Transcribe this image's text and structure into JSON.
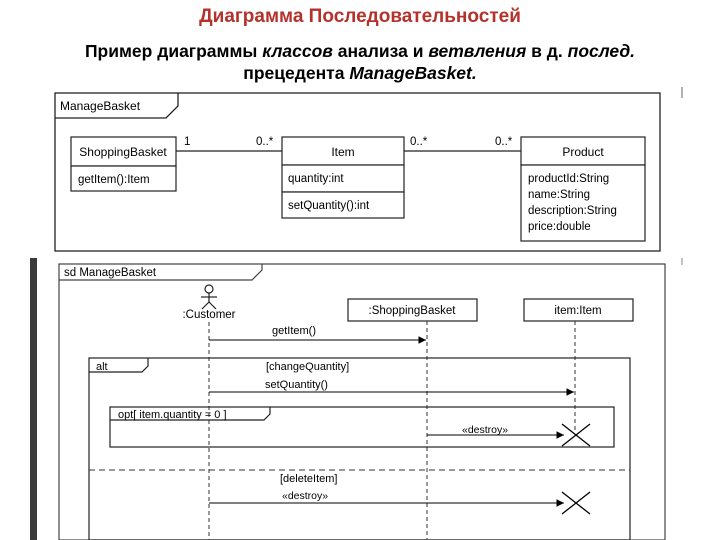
{
  "header": {
    "title": "Диаграмма Последовательностей",
    "subtitle_line1_a": "Пример диаграммы ",
    "subtitle_line1_b": "классов",
    "subtitle_line1_c": " анализа и ",
    "subtitle_line1_d": "ветвления",
    "subtitle_line1_e": " в д. ",
    "subtitle_line1_f": "послед.",
    "subtitle_line2_a": "прецедента ",
    "subtitle_line2_b": "ManageBasket."
  },
  "class_diagram": {
    "frame_label": "ManageBasket",
    "shopping_basket": {
      "name": "ShoppingBasket",
      "op": "getItem():Item"
    },
    "item": {
      "name": "Item",
      "attr": "quantity:int",
      "op": "setQuantity():int"
    },
    "product": {
      "name": "Product",
      "attrs": [
        "productId:String",
        "name:String",
        "description:String",
        "price:double"
      ]
    },
    "assoc1": {
      "left": "1",
      "right": "0..*"
    },
    "assoc2": {
      "left": "0..*",
      "right": "0..*"
    }
  },
  "sequence_diagram": {
    "frame_label": "sd ManageBasket",
    "actor": ":Customer",
    "lifeline_basket": ":ShoppingBasket",
    "lifeline_item": "item:Item",
    "msg_getitem": "getItem()",
    "alt_label": "alt",
    "guard_change": "[changeQuantity]",
    "msg_setquantity": "setQuantity()",
    "opt_label": "opt[ item.quantity = 0 ]",
    "msg_destroy1": "«destroy»",
    "guard_delete": "[deleteItem]",
    "msg_destroy2": "«destroy»"
  }
}
